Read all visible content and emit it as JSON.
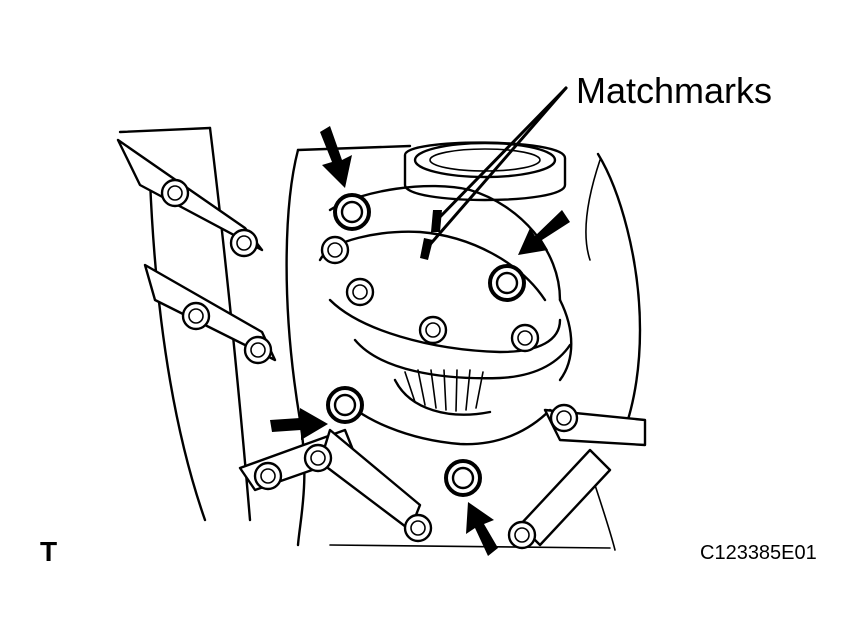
{
  "diagram": {
    "callout_label": "Matchmarks",
    "corner_tag": "T",
    "figure_code": "C123385E01"
  },
  "colors": {
    "ink": "#000000",
    "paper": "#ffffff"
  }
}
